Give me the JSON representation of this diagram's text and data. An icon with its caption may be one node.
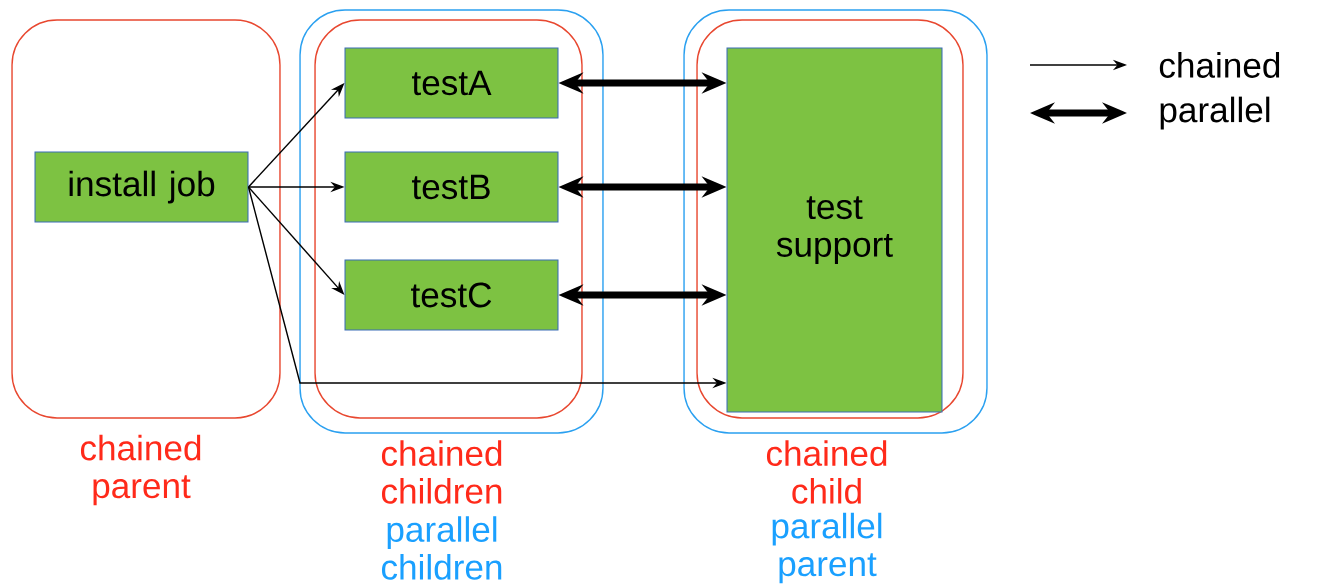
{
  "diagram": {
    "nodes": [
      {
        "text": [
          "chained parent"
        ]
      },
      {
        "text": [
          "install job"
        ],
        "in": 0
      },
      {
        "text": [
          "parallel children"
        ]
      },
      {
        "text": [
          "chained children"
        ],
        "in": 2
      },
      {
        "text": [
          "testA"
        ],
        "in": 3
      },
      {
        "text": [
          "testB"
        ],
        "in": 3
      },
      {
        "text": [
          "testC"
        ],
        "in": 3
      },
      {
        "text": [
          "parallel parent"
        ]
      },
      {
        "text": [
          "chained child"
        ],
        "in": 7
      },
      {
        "text": [
          "test support"
        ],
        "in": 8
      }
    ],
    "edges": [
      {
        "from": 1,
        "to": 4,
        "arrow": "to"
      },
      {
        "from": 1,
        "to": 5,
        "arrow": "to"
      },
      {
        "from": 1,
        "to": 6,
        "arrow": "to"
      },
      {
        "from": 1,
        "to": 9,
        "arrow": "to"
      },
      {
        "from": 4,
        "to": 9,
        "arrow": "both",
        "style": "thick"
      },
      {
        "from": 5,
        "to": 9,
        "arrow": "both",
        "style": "thick"
      },
      {
        "from": 6,
        "to": 9,
        "arrow": "both",
        "style": "thick"
      }
    ],
    "legend": [
      {
        "text": "chained"
      },
      {
        "text": "parallel"
      }
    ]
  }
}
